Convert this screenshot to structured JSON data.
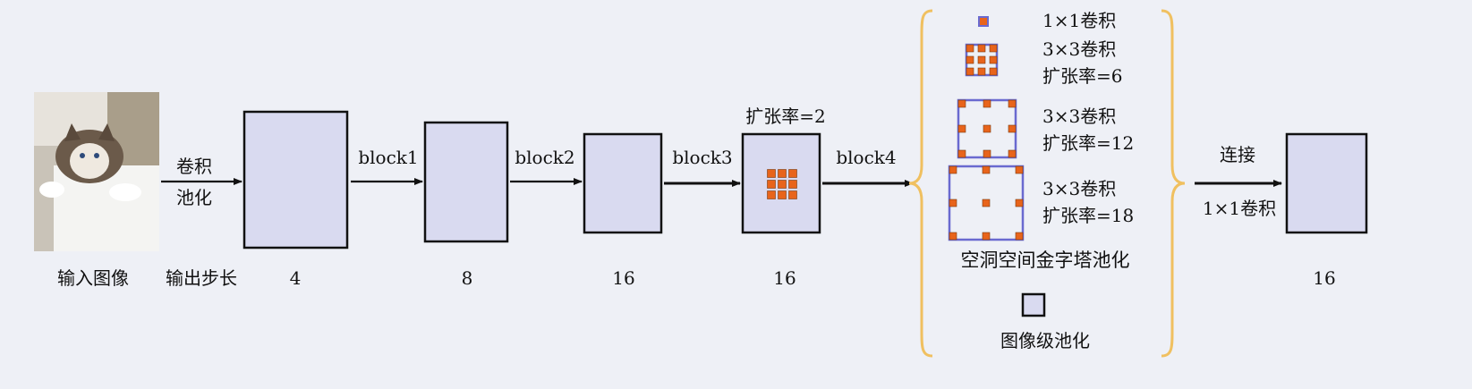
{
  "input": {
    "label": "输入图像",
    "image_alt": "cat photo"
  },
  "stride_row": {
    "label": "输出步长",
    "values": [
      "4",
      "8",
      "16",
      "16",
      "16"
    ]
  },
  "arrows": {
    "conv_pool_line1": "卷积",
    "conv_pool_line2": "池化",
    "block1": "block1",
    "block2": "block2",
    "block3": "block3",
    "block4": "block4",
    "concat": "连接",
    "conv1x1": "1×1卷积"
  },
  "dilated_block": {
    "rate_label": "扩张率=2"
  },
  "aspp": {
    "branches": [
      {
        "line1": "1×1卷积",
        "line2": ""
      },
      {
        "line1": "3×3卷积",
        "line2": "扩张率=6"
      },
      {
        "line1": "3×3卷积",
        "line2": "扩张率=12"
      },
      {
        "line1": "3×3卷积",
        "line2": "扩张率=18"
      }
    ],
    "title": "空洞空间金字塔池化",
    "image_pool_label": "图像级池化"
  },
  "colors": {
    "block_fill": "#d9daf0",
    "kernel_orange": "#e8641b",
    "kernel_frame": "#6a6ad0",
    "brace": "#f0c060",
    "background": "#eef0f6"
  }
}
